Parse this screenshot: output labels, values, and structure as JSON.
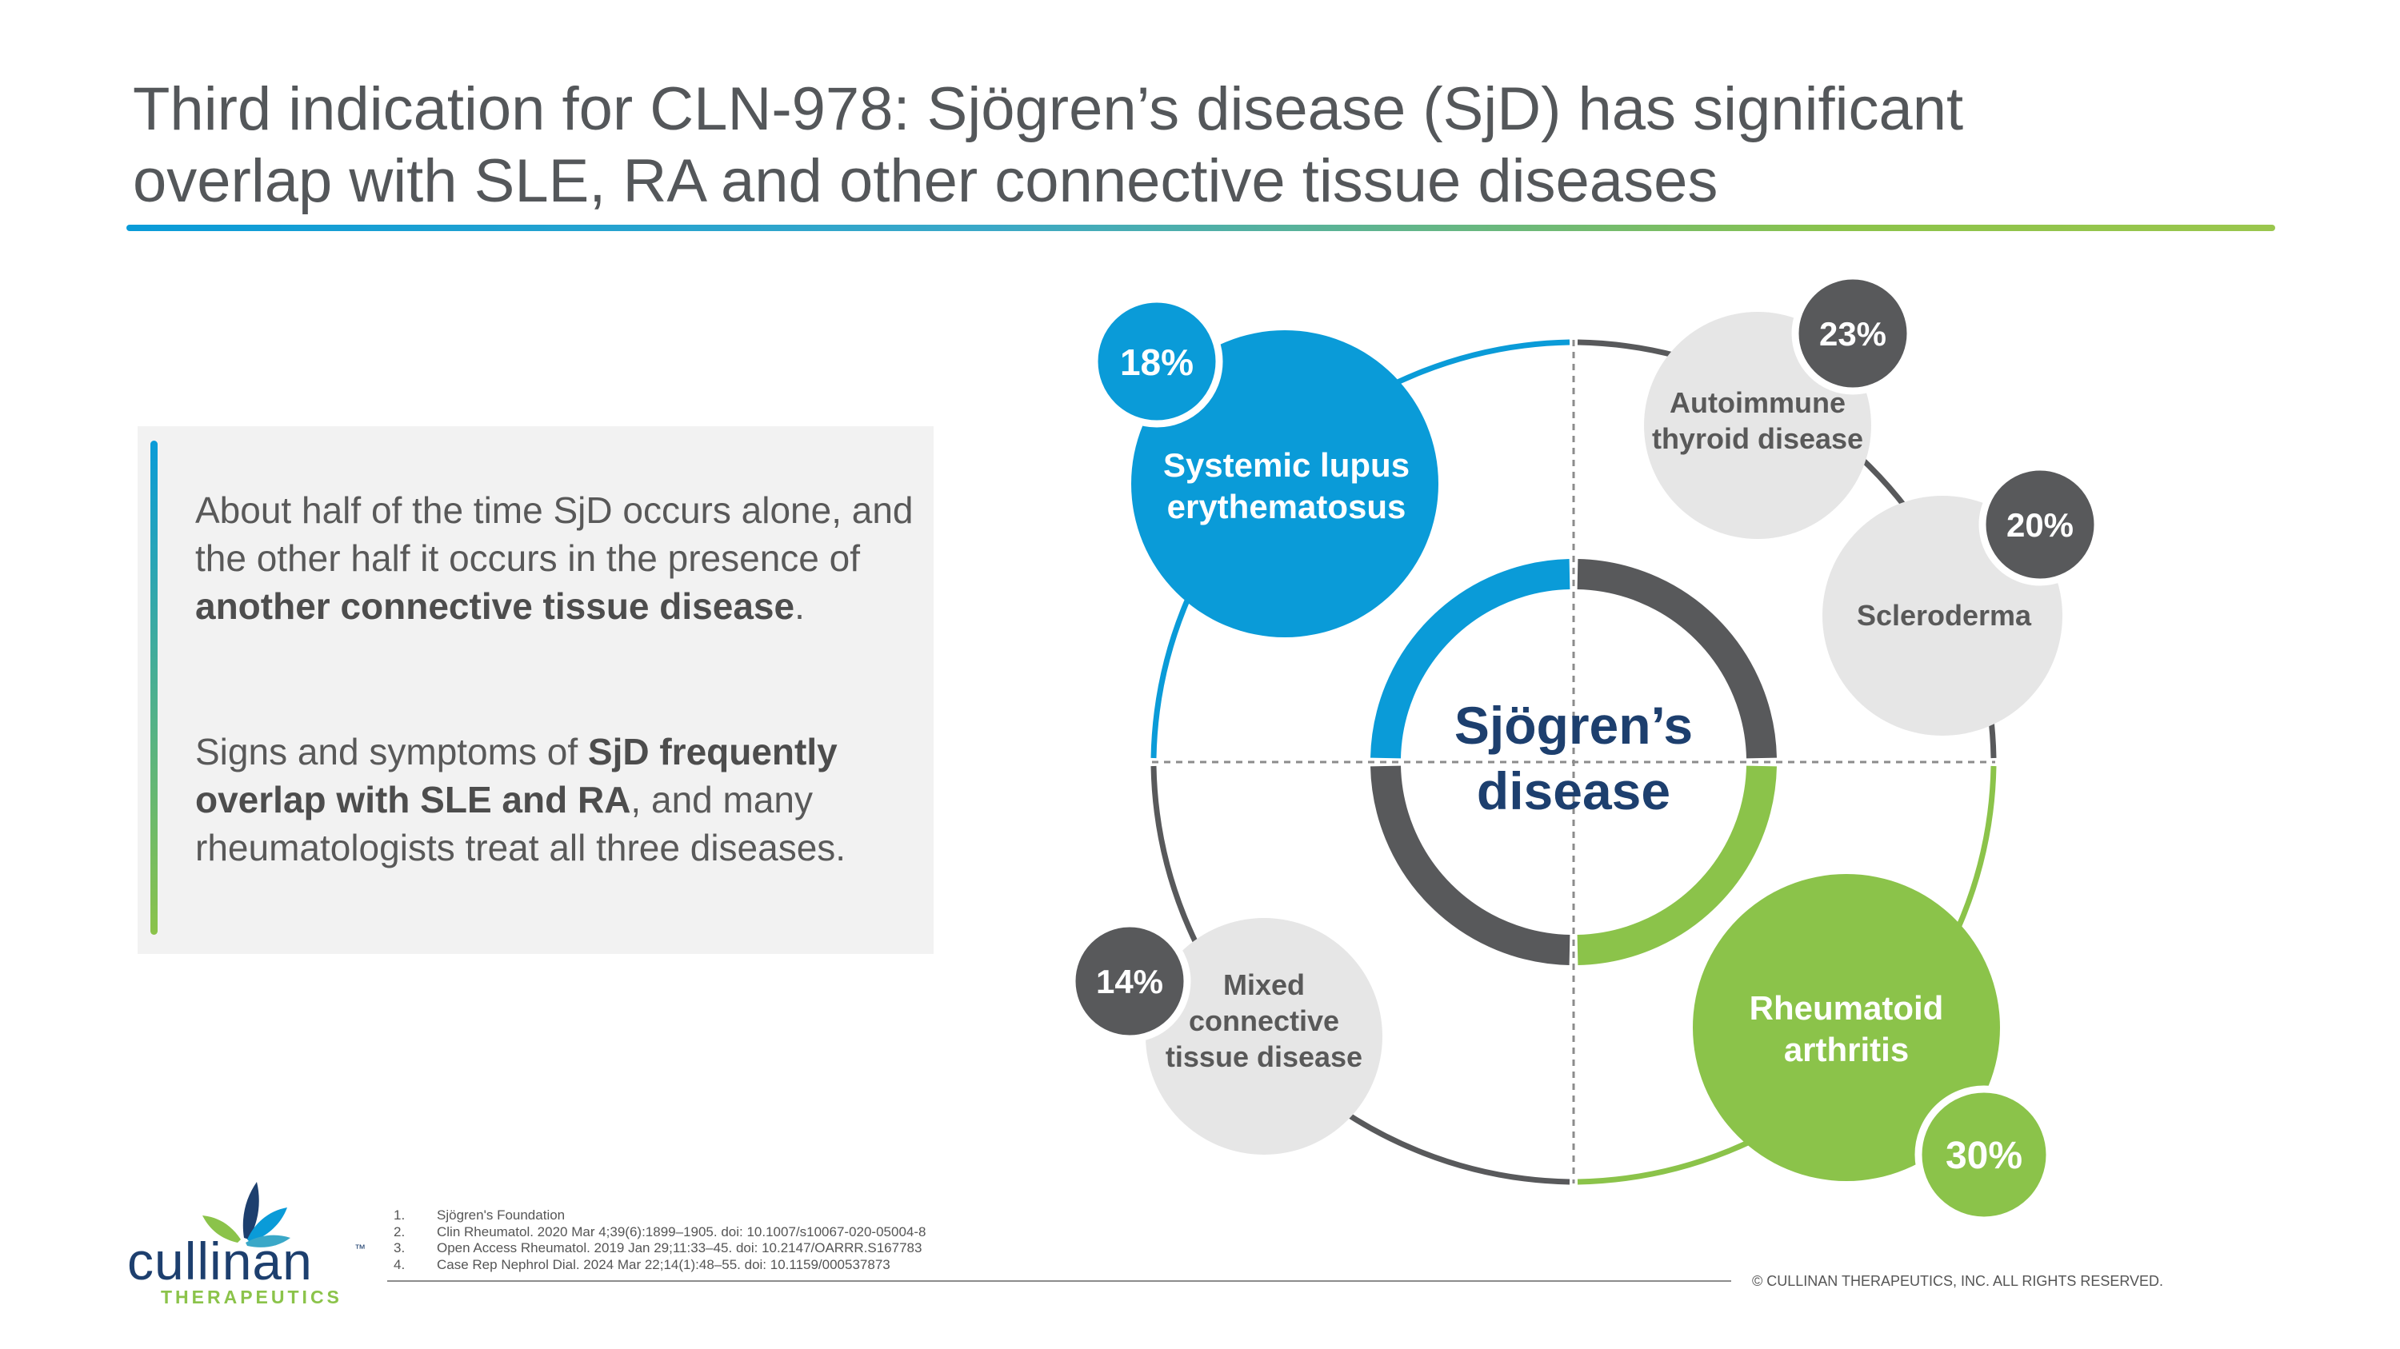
{
  "title": {
    "line1": "Third indication for CLN-978: Sjögren’s disease (SjD) has significant",
    "line2": "overlap with SLE, RA and other connective tissue diseases"
  },
  "panel": {
    "p1": {
      "plain1": "About half of the time SjD occurs alone, and the other half it occurs in the presence of ",
      "bold": "another connective tissue disease",
      "plain2": "."
    },
    "p2": {
      "plain1": "Signs and symptoms of ",
      "bold": "SjD frequently overlap with SLE and RA",
      "plain2": ", and many rheumatologists treat all three diseases."
    }
  },
  "diagram": {
    "center_line1": "Sjögren’s",
    "center_line2": "disease",
    "nodes": [
      {
        "name": "Systemic lupus erythematosus",
        "line1": "Systemic lupus",
        "line2": "erythematosus",
        "pct": "18%",
        "value": 18,
        "color": "#0a9bd8"
      },
      {
        "name": "Autoimmune thyroid disease",
        "line1": "Autoimmune",
        "line2": "thyroid disease",
        "pct": "23%",
        "value": 23,
        "color": "#e6e6e6"
      },
      {
        "name": "Scleroderma",
        "line1": "Scleroderma",
        "pct": "20%",
        "value": 20,
        "color": "#e6e6e6"
      },
      {
        "name": "Rheumatoid arthritis",
        "line1": "Rheumatoid",
        "line2": "arthritis",
        "pct": "30%",
        "value": 30,
        "color": "#8bc34a"
      },
      {
        "name": "Mixed connective tissue disease",
        "line1": "Mixed",
        "line2": "connective",
        "line3": "tissue disease",
        "pct": "14%",
        "value": 14,
        "color": "#e6e6e6"
      }
    ],
    "colors": {
      "blue": "#0a9bd8",
      "green": "#8bc34a",
      "dark": "#58595b",
      "light": "#e6e6e6",
      "navy": "#1d3f6e"
    }
  },
  "footnotes": [
    {
      "num": "1.",
      "text": "Sjögren's Foundation"
    },
    {
      "num": "2.",
      "text": "Clin Rheumatol. 2020 Mar 4;39(6):1899–1905. doi: 10.1007/s10067-020-05004-8"
    },
    {
      "num": "3.",
      "text": "Open Access Rheumatol. 2019 Jan 29;11:33–45. doi: 10.2147/OARRR.S167783"
    },
    {
      "num": "4.",
      "text": "Case Rep Nephrol Dial. 2024 Mar 22;14(1):48–55. doi: 10.1159/000537873"
    }
  ],
  "copyright": "© CULLINAN THERAPEUTICS, INC. ALL RIGHTS RESERVED.",
  "logo": {
    "wordmark": "cullinan",
    "tagline": "THERAPEUTICS",
    "tm": "™"
  }
}
